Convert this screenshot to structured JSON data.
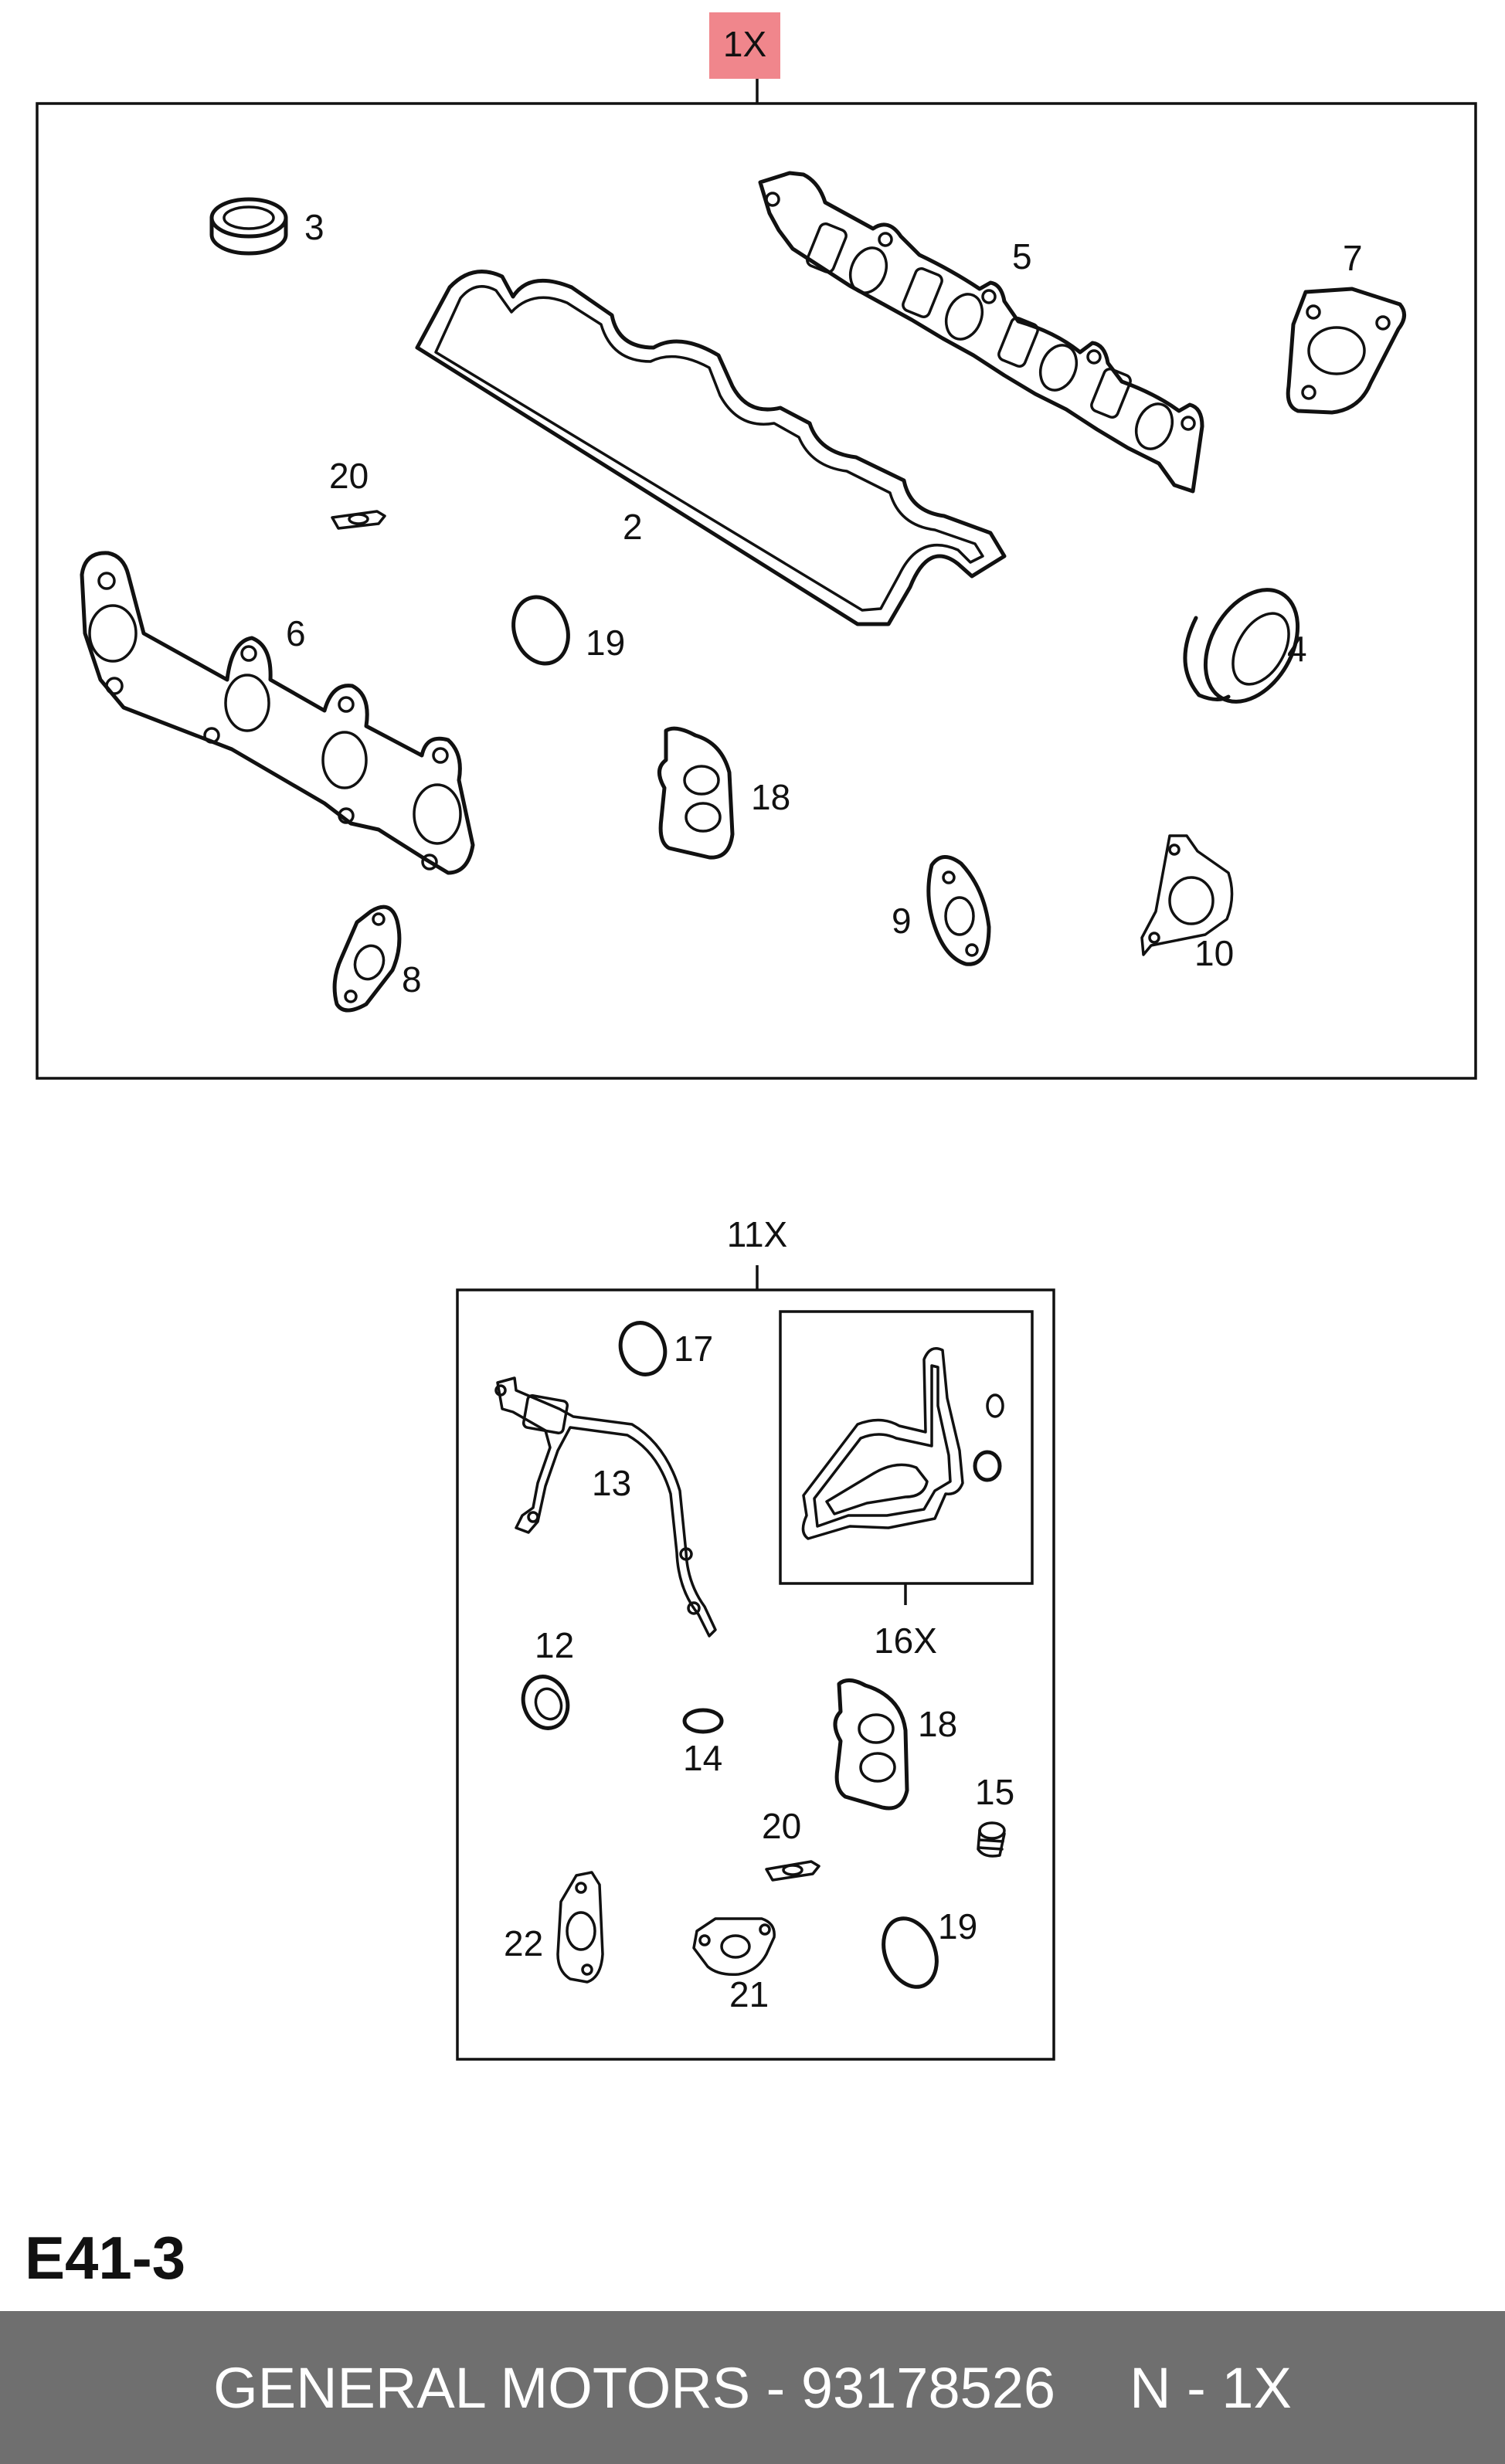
{
  "page_code": "E41-3",
  "footer": {
    "part_text": "GENERAL MOTORS - 93178526",
    "qty_text": "N - 1X"
  },
  "colors": {
    "badge": "#f0868c",
    "footer_bg": "#6f6f6f",
    "line": "#111111"
  },
  "main_kit": {
    "label": "1X",
    "parts": {
      "p2": "2",
      "p3": "3",
      "p4": "4",
      "p5": "5",
      "p6": "6",
      "p7": "7",
      "p8": "8",
      "p9": "9",
      "p10": "10",
      "p18": "18",
      "p19": "19",
      "p20": "20"
    }
  },
  "sub_kit": {
    "label": "11X",
    "inner_kit_label": "16X",
    "parts": {
      "p12": "12",
      "p13": "13",
      "p14": "14",
      "p15": "15",
      "p17": "17",
      "p18": "18",
      "p19": "19",
      "p20": "20",
      "p21": "21",
      "p22": "22"
    }
  }
}
